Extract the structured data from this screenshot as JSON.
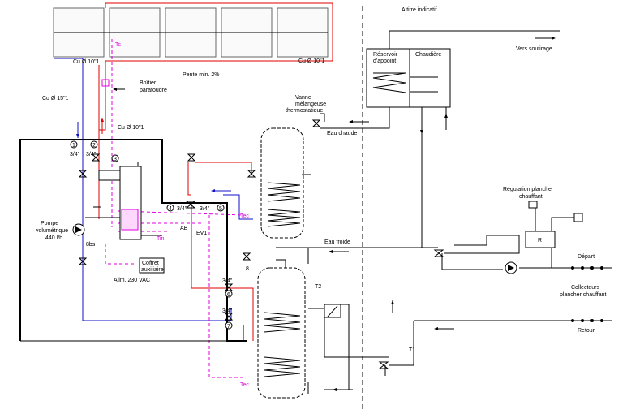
{
  "labels": {
    "indicatif": "A titre indicatif",
    "vers_soutirage": "Vers soutirage",
    "reservoir_l1": "Réservoir",
    "reservoir_l2": "d'appoint",
    "chaudiere": "Chaudière",
    "cu_top_left": "Cu Ø 10\"1",
    "cu_top_right": "Cu Ø 10\"1",
    "pente": "Pente min. 2%",
    "boitier_l1": "Boîtier",
    "boitier_l2": "parafoudre",
    "cu_15": "Cu Ø 15\"1",
    "cu_10_mid": "Cu Ø 10\"1",
    "vanne_l1": "Vanne",
    "vanne_l2": "mélangeuse",
    "vanne_l3": "thermostatique",
    "eau_chaude": "Eau chaude",
    "eau_froide": "Eau froide",
    "pompe_l1": "Pompe",
    "pompe_l2": "volumétrique",
    "pompe_l3": "440 l/h",
    "coffret_l1": "Coffret",
    "coffret_l2": "auxiliaire",
    "alim": "Alim. 230 VAC",
    "regulation_l1": "Régulation plancher",
    "regulation_l2": "chauffant",
    "depart": "Départ",
    "collecteurs_l1": "Collecteurs",
    "collecteurs_l2": "plancher chauffant",
    "retour": "Retour",
    "tc": "Tc",
    "tin": "Tin",
    "tec_upper": "Tec",
    "tec_lower": "Tec",
    "t2": "T2",
    "t1": "T1",
    "ev1": "EV1",
    "ab": "AB",
    "fraction_a": "3/4\"",
    "fraction_b": "3/4\"",
    "fraction_c": "3/4\"",
    "fraction_d": "3/4\"",
    "fraction_e": "3/4\"",
    "fraction_f": "3/4\"",
    "r_box": "R",
    "n1": "1",
    "n2": "2",
    "n3": "3",
    "n4": "4",
    "n5": "5",
    "n6": "6",
    "n7": "7",
    "n8": "8",
    "bar": "8bs"
  }
}
